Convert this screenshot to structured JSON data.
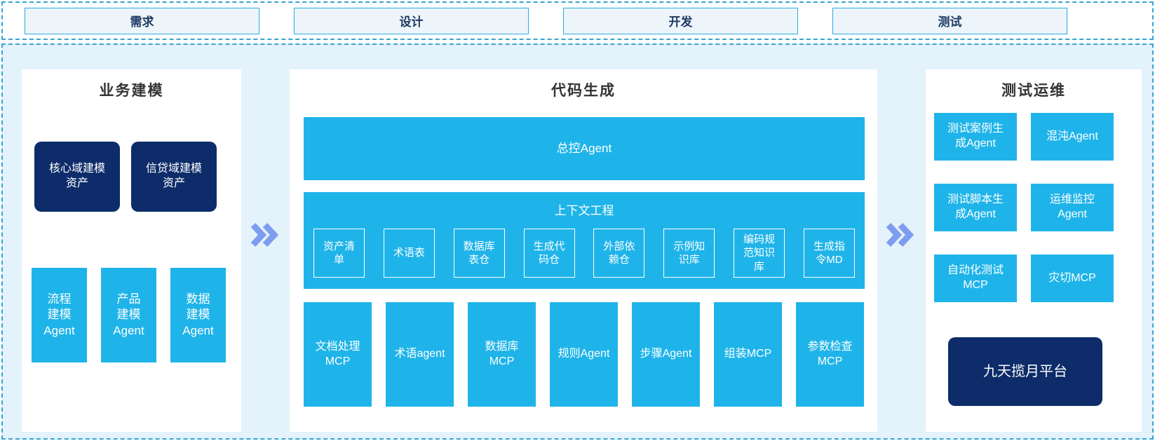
{
  "colors": {
    "cyan": "#1fb4e9",
    "navy": "#0d2c69",
    "container_bg": "#e4f2fb",
    "dashed_border": "#35a5d3",
    "phase_box_bg": "#edf5fa",
    "phase_box_border": "#29abe2",
    "phase_text": "#1f3b63",
    "chevron": "#7e9cf0"
  },
  "phases": [
    {
      "label": "需求"
    },
    {
      "label": "设计"
    },
    {
      "label": "开发"
    },
    {
      "label": "测试"
    }
  ],
  "panels": {
    "business_modeling": {
      "title": "业务建模",
      "asset_boxes": [
        {
          "label": "核心域建模\n资产"
        },
        {
          "label": "信贷域建模\n资产"
        }
      ],
      "agent_boxes": [
        {
          "label": "流程\n建模\nAgent"
        },
        {
          "label": "产品\n建模\nAgent"
        },
        {
          "label": "数据\n建模\nAgent"
        }
      ]
    },
    "code_generation": {
      "title": "代码生成",
      "master_agent": "总控Agent",
      "context_engineering": {
        "title": "上下文工程",
        "items": [
          {
            "label": "资产清\n单"
          },
          {
            "label": "术语表"
          },
          {
            "label": "数据库\n表仓"
          },
          {
            "label": "生成代\n码仓"
          },
          {
            "label": "外部依\n赖仓"
          },
          {
            "label": "示例知\n识库"
          },
          {
            "label": "编码规\n范知识\n库"
          },
          {
            "label": "生成指\n令MD"
          }
        ]
      },
      "mcp_row": [
        {
          "label": "文档处理\nMCP"
        },
        {
          "label": "术语agent"
        },
        {
          "label": "数据库\nMCP"
        },
        {
          "label": "规则Agent"
        },
        {
          "label": "步骤Agent"
        },
        {
          "label": "组装MCP"
        },
        {
          "label": "参数检查\nMCP"
        }
      ]
    },
    "test_ops": {
      "title": "测试运维",
      "grid": [
        {
          "label": "测试案例生\n成Agent"
        },
        {
          "label": "混沌Agent"
        },
        {
          "label": "测试脚本生\n成Agent"
        },
        {
          "label": "运维监控\nAgent"
        },
        {
          "label": "自动化测试\nMCP"
        },
        {
          "label": "灾切MCP"
        }
      ],
      "platform": "九天揽月平台"
    }
  },
  "icons": {
    "chevron_1": "double-chevron-right",
    "chevron_2": "double-chevron-right"
  }
}
